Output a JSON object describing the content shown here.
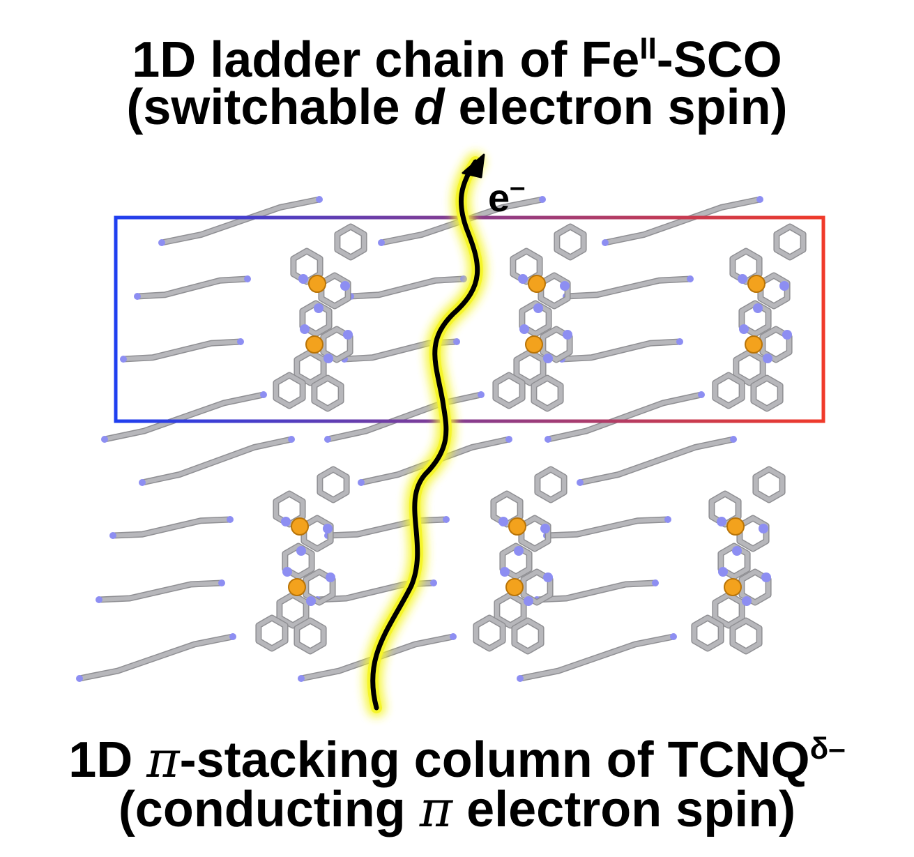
{
  "top_caption": {
    "line1": {
      "text": "1D ladder chain of Fe",
      "superscript": "II",
      "suffix": "-SCO"
    },
    "line2": {
      "prefix": "(switchable ",
      "italic": "d",
      "suffix": " electron spin)"
    }
  },
  "bottom_caption": {
    "line1": {
      "prefix": "1D ",
      "symbol": "π",
      "text": "-stacking column of TCNQ",
      "superscript": "δ–"
    },
    "line2": {
      "prefix": "(conducting ",
      "symbol": "π",
      "suffix": " electron spin)"
    }
  },
  "electron_label": {
    "text": "e",
    "superscript": "–"
  },
  "colors": {
    "box_gradient_start": "#1f3ff0",
    "box_gradient_end": "#f03a2a",
    "carbon": "#b7b7bb",
    "nitrogen": "#8d8ef2",
    "iron": "#f3a21d",
    "path": "#000000",
    "path_glow": "#f5f52a"
  },
  "icons": {
    "electron_path": "wavy-arrow-icon"
  }
}
